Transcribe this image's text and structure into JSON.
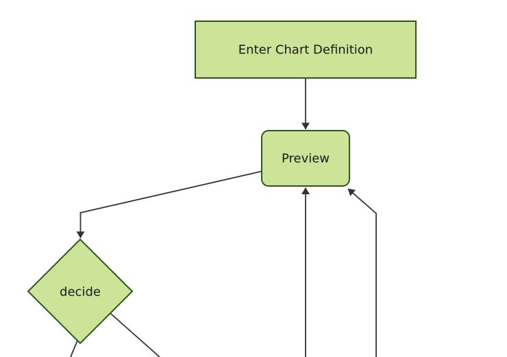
{
  "diagram": {
    "type": "flowchart",
    "direction": "top-down",
    "nodes": [
      {
        "id": "A",
        "label": "Enter Chart Definition",
        "shape": "rectangle"
      },
      {
        "id": "B",
        "label": "Preview",
        "shape": "rounded-rectangle"
      },
      {
        "id": "C",
        "label": "decide",
        "shape": "diamond"
      }
    ],
    "edges": [
      {
        "from": "A",
        "to": "B",
        "arrowhead": true
      },
      {
        "from": "B",
        "to": "C",
        "arrowhead": true
      },
      {
        "from": "offscreen-bottom",
        "to": "B",
        "arrowhead": true
      },
      {
        "from": "offscreen-bottom-right",
        "to": "B",
        "arrowhead": true
      },
      {
        "from": "C",
        "to": "offscreen-bottom-left",
        "arrowhead": false
      },
      {
        "from": "C",
        "to": "offscreen-bottom-right",
        "arrowhead": false
      }
    ],
    "colors": {
      "node_fill": "#cde498",
      "node_border": "#2f551e",
      "edge_stroke": "#333333",
      "text": "#1a1a1a",
      "background": "#ffffff"
    }
  }
}
